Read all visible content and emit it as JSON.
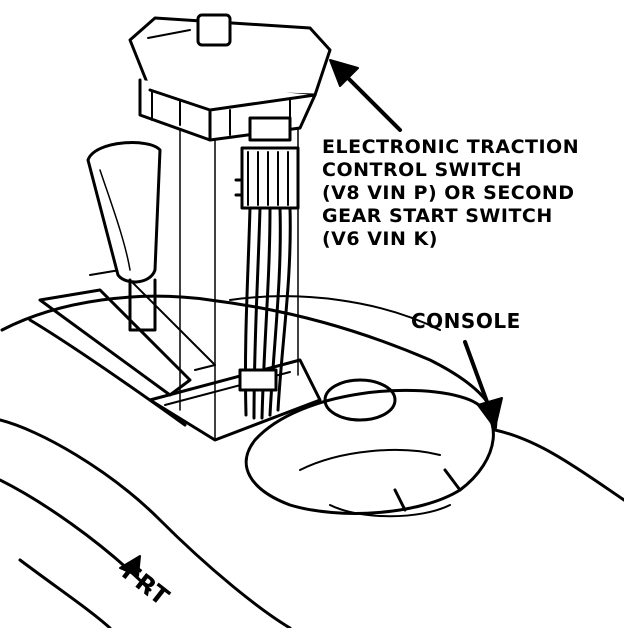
{
  "labels": {
    "switch_lines": [
      "ELECTRONIC TRACTION",
      "CONTROL SWITCH",
      "(V8 VIN P) OR SECOND",
      "GEAR START SWITCH",
      "(V6 VIN K)"
    ],
    "console": "CONSOLE",
    "frt": "FRT"
  },
  "icons": [
    "switch-arrow-icon",
    "console-arrow-icon",
    "frt-arrow-icon"
  ],
  "colors": {
    "ink": "#000000",
    "paper": "#ffffff"
  }
}
